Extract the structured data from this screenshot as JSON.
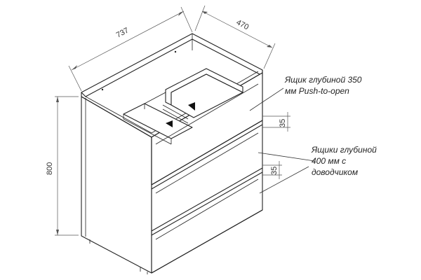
{
  "dimensions": {
    "width": "737",
    "depth": "470",
    "height": "800",
    "gap_top": "35",
    "gap_bottom": "35"
  },
  "annotations": {
    "top_drawer": [
      "Ящик глубиной 350",
      "мм Push-to-open"
    ],
    "lower_drawers": [
      "Ящики глубиной",
      "400 мм с",
      "доводчиком"
    ]
  }
}
